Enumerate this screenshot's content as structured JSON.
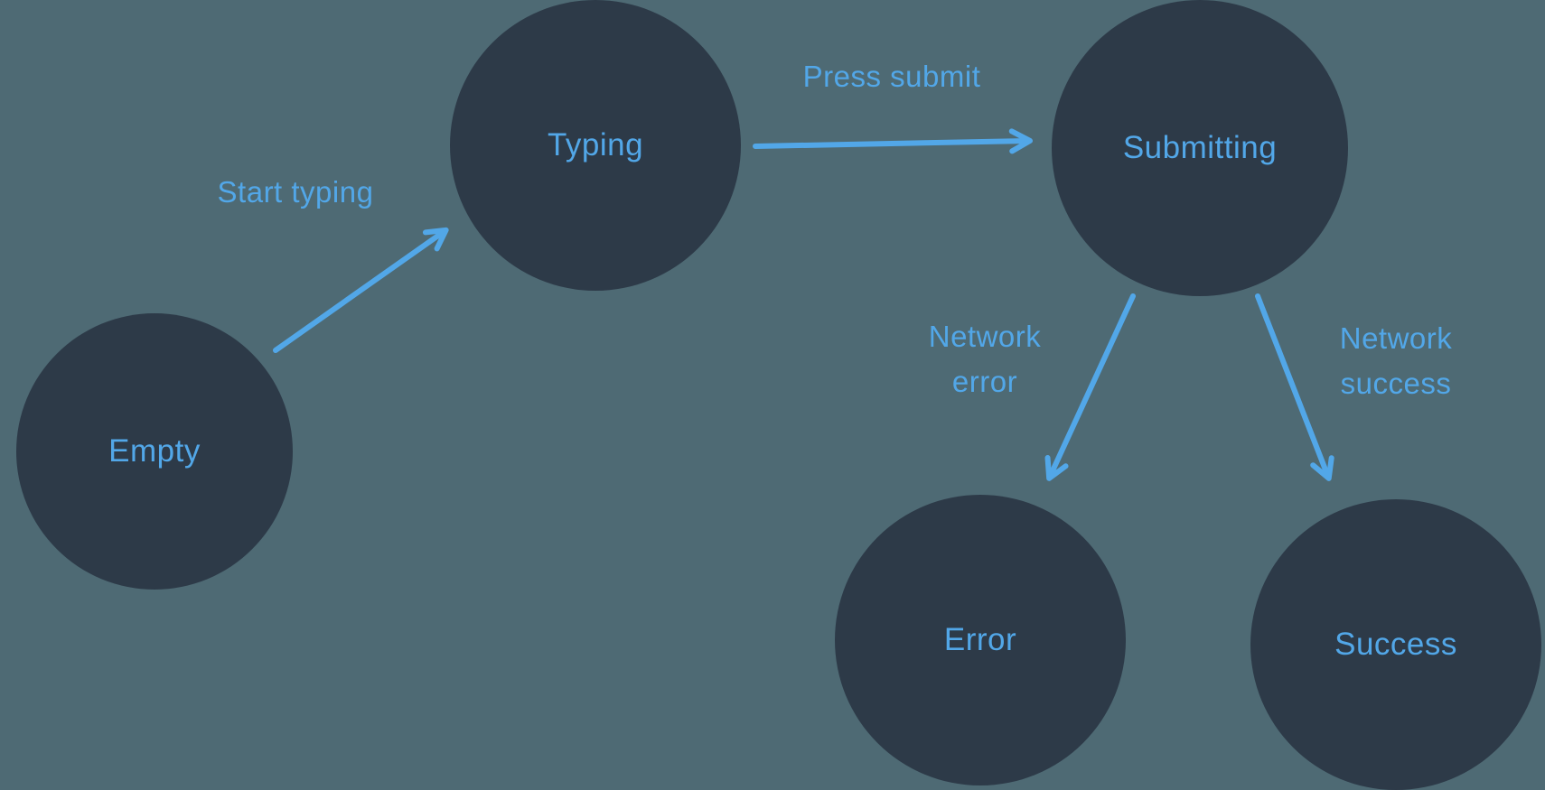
{
  "diagram": {
    "type": "state-machine",
    "colors": {
      "background": "#4e6a74",
      "node_fill": "#2d3a48",
      "accent_blue": "#52a7e8"
    },
    "nodes": [
      {
        "id": "empty",
        "label": "Empty"
      },
      {
        "id": "typing",
        "label": "Typing"
      },
      {
        "id": "submitting",
        "label": "Submitting"
      },
      {
        "id": "error",
        "label": "Error"
      },
      {
        "id": "success",
        "label": "Success"
      }
    ],
    "transitions": [
      {
        "from": "empty",
        "to": "typing",
        "label": "Start typing"
      },
      {
        "from": "typing",
        "to": "submitting",
        "label": "Press submit"
      },
      {
        "from": "submitting",
        "to": "error",
        "label": "Network error"
      },
      {
        "from": "submitting",
        "to": "success",
        "label": "Network success"
      }
    ]
  }
}
